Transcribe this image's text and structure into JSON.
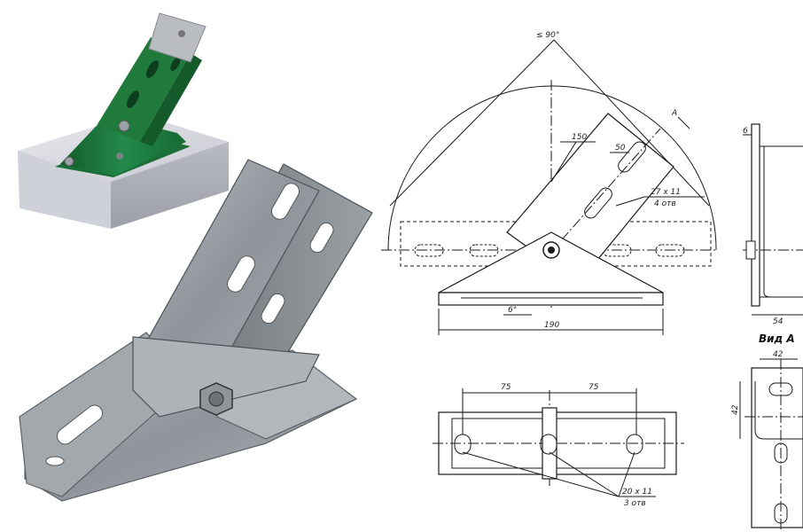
{
  "drawing": {
    "angle_label": "≤ 90°",
    "dim_150": "150",
    "dim_50": "50",
    "slot_top_label": "27 x 11",
    "slot_top_count": "4 отв",
    "dim_190": "190",
    "dim_6deg": "6°",
    "section_mark": "A",
    "dim_75_left": "75",
    "dim_75_right": "75",
    "slot_bottom_label": "20 x 11",
    "slot_bottom_count": "3 отв",
    "side_dim_6": "6",
    "side_dim_54": "54",
    "view_label": "Вид А",
    "view_dim_42_h": "42",
    "view_dim_42_v": "42"
  },
  "colors": {
    "bracket_green": "#1f7a3c",
    "base_block": "#c9cbd3",
    "galvanized_steel": "#9aa0a6",
    "line": "#1a1a1a"
  }
}
